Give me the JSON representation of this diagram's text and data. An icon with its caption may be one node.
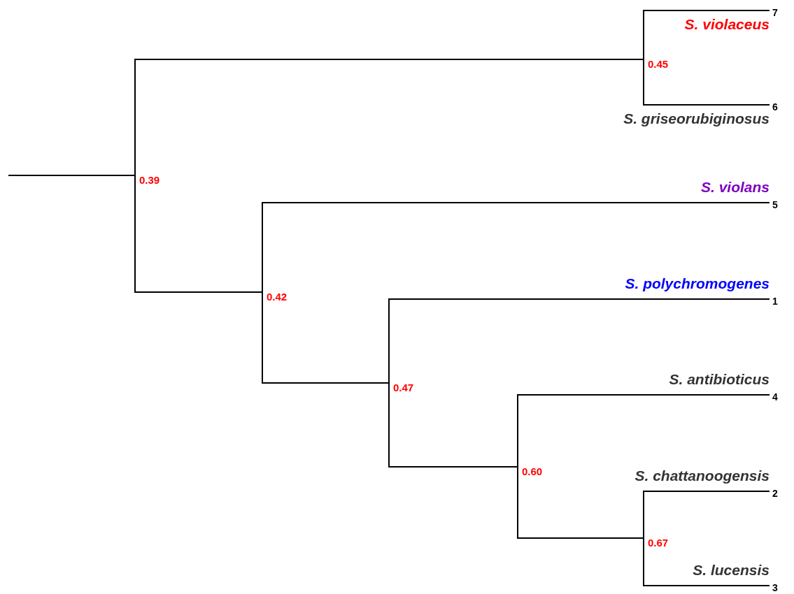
{
  "diagram": {
    "nodes": [
      {
        "text": [
          "0.39"
        ]
      },
      {
        "text": [
          "0.45"
        ]
      },
      {
        "text": [
          "S. violaceus",
          "7"
        ]
      },
      {
        "text": [
          "S. griseorubiginosus",
          "6"
        ]
      },
      {
        "text": [
          "0.42"
        ]
      },
      {
        "text": [
          "S. violans",
          "5"
        ]
      },
      {
        "text": [
          "0.47"
        ]
      },
      {
        "text": [
          "S. polychromogenes",
          "1"
        ]
      },
      {
        "text": [
          "0.60"
        ]
      },
      {
        "text": [
          "S. antibioticus",
          "4"
        ]
      },
      {
        "text": [
          "S. chattanoogensis",
          "2"
        ]
      },
      {
        "text": [
          "0.67"
        ]
      },
      {
        "text": [
          "S. lucensis",
          "3"
        ]
      }
    ],
    "edges": [
      {
        "from": null,
        "to": 0,
        "arrow": "none"
      },
      {
        "from": 0,
        "to": 1,
        "arrow": "none"
      },
      {
        "from": 0,
        "to": 4,
        "arrow": "none"
      },
      {
        "from": 1,
        "to": 2,
        "arrow": "none"
      },
      {
        "from": 1,
        "to": 3,
        "arrow": "none"
      },
      {
        "from": 4,
        "to": 5,
        "arrow": "none"
      },
      {
        "from": 4,
        "to": 6,
        "arrow": "none"
      },
      {
        "from": 6,
        "to": 7,
        "arrow": "none"
      },
      {
        "from": 6,
        "to": 8,
        "arrow": "none"
      },
      {
        "from": 8,
        "to": 9,
        "arrow": "none"
      },
      {
        "from": 8,
        "to": 11,
        "arrow": "none"
      },
      {
        "from": 11,
        "to": 10,
        "arrow": "none"
      },
      {
        "from": 11,
        "to": 12,
        "arrow": "none"
      }
    ]
  }
}
